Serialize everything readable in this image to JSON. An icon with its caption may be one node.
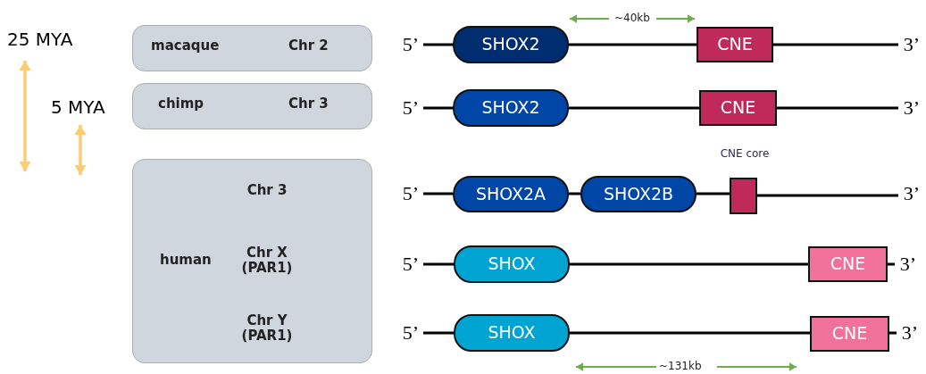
{
  "diagram": {
    "nodes": [
      {
        "text": [
          "macaque",
          "Chr 2"
        ]
      },
      {
        "text": [
          "chimp",
          "Chr 3"
        ]
      },
      {
        "text": [
          "human",
          "Chr 3",
          "Chr X (PAR1)",
          "Chr Y (PAR1)"
        ]
      },
      {
        "text": [
          "5’"
        ]
      },
      {
        "text": [
          "SHOX2"
        ]
      },
      {
        "text": [
          "CNE"
        ]
      },
      {
        "text": [
          "3’"
        ]
      },
      {
        "text": [
          "5’"
        ]
      },
      {
        "text": [
          "SHOX2"
        ]
      },
      {
        "text": [
          "CNE"
        ]
      },
      {
        "text": [
          "3’"
        ]
      },
      {
        "text": [
          "5’"
        ]
      },
      {
        "text": [
          "SHOX2A"
        ]
      },
      {
        "text": [
          "SHOX2B"
        ]
      },
      {
        "text": [
          "CNE core"
        ]
      },
      {
        "text": [
          "3’"
        ]
      },
      {
        "text": [
          "5’"
        ]
      },
      {
        "text": [
          "SHOX"
        ]
      },
      {
        "text": [
          "CNE"
        ]
      },
      {
        "text": [
          "3’"
        ]
      },
      {
        "text": [
          "5’"
        ]
      },
      {
        "text": [
          "SHOX"
        ]
      },
      {
        "text": [
          "CNE"
        ]
      },
      {
        "text": [
          "3’"
        ]
      }
    ],
    "edges": [
      {
        "from": 3,
        "to": 4,
        "arrow": "none"
      },
      {
        "from": 4,
        "to": 5,
        "arrow": "none"
      },
      {
        "from": 5,
        "to": 6,
        "arrow": "none"
      },
      {
        "from": 7,
        "to": 8,
        "arrow": "none"
      },
      {
        "from": 8,
        "to": 9,
        "arrow": "none"
      },
      {
        "from": 9,
        "to": 10,
        "arrow": "none"
      },
      {
        "from": 11,
        "to": 12,
        "arrow": "none"
      },
      {
        "from": 12,
        "to": 13,
        "arrow": "none"
      },
      {
        "from": 13,
        "to": 14,
        "arrow": "none"
      },
      {
        "from": 14,
        "to": 15,
        "arrow": "none"
      },
      {
        "from": 16,
        "to": 17,
        "arrow": "none"
      },
      {
        "from": 17,
        "to": 18,
        "arrow": "none"
      },
      {
        "from": 18,
        "to": 19,
        "arrow": "none"
      },
      {
        "from": 20,
        "to": 21,
        "arrow": "none"
      },
      {
        "from": 21,
        "to": 22,
        "arrow": "none"
      },
      {
        "from": 22,
        "to": 23,
        "arrow": "none"
      }
    ],
    "labels": [
      "25 MYA",
      "~40kb",
      "5 MYA",
      "~131kb"
    ]
  }
}
